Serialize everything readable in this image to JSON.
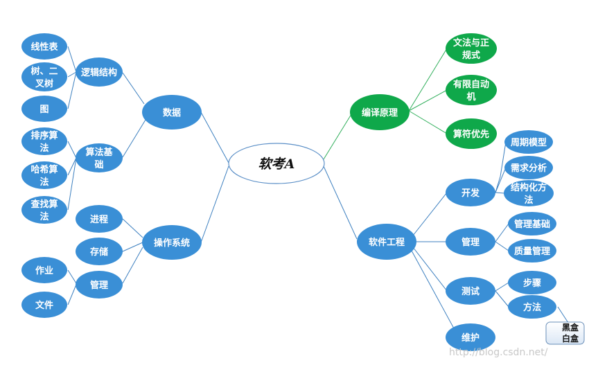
{
  "center": {
    "label": "软考A"
  },
  "nodes": {
    "shuju": "数据",
    "luoji": "逻辑结构",
    "xianxingbiao": "线性表",
    "shu": [
      "树、二",
      "叉树"
    ],
    "tu": "图",
    "suanfajichu": [
      "算法基",
      "础"
    ],
    "paixu": [
      "排序算",
      "法"
    ],
    "haxi": [
      "哈希算",
      "法"
    ],
    "chazhao": [
      "查找算",
      "法"
    ],
    "caozuoxitong": "操作系统",
    "jincheng": "进程",
    "cunchu": "存储",
    "guanli_os": "管理",
    "zuoye": "作业",
    "wenjian": "文件",
    "bianyi": "编译原理",
    "wenfa": [
      "文法与正",
      "规式"
    ],
    "youxian": [
      "有限自动",
      "机"
    ],
    "suanfu": "算符优先",
    "ruanjian": "软件工程",
    "kaifa": "开发",
    "zhouqi": "周期模型",
    "xuqiu": "需求分析",
    "jiegouhua": [
      "结构化方",
      "法"
    ],
    "guanli_se": "管理",
    "guanlijichu": "管理基础",
    "zhiliang": "质量管理",
    "ceshi": "测试",
    "buzhou": "步骤",
    "fangfa": "方法",
    "heihe": [
      "黑盒",
      "白盒"
    ],
    "weihu": "维护"
  },
  "watermark": "http://blog.csdn.net/",
  "colors": {
    "blue": "#3a8fd6",
    "green": "#0fa84a",
    "blue_line": "#3c7fbf",
    "green_line": "#2fae5a",
    "center_border": "#5b8fc7"
  }
}
